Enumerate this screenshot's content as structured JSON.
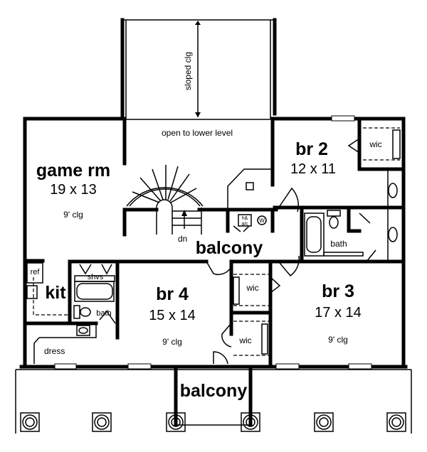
{
  "plan": {
    "sloped_ceiling": "sloped clg",
    "open_to_lower": "open to lower level",
    "rooms": {
      "game_rm": {
        "name": "game rm",
        "size": "19 x 13",
        "ceiling": "9' clg"
      },
      "br2": {
        "name": "br 2",
        "size": "12 x 11",
        "wic": "wic"
      },
      "br3": {
        "name": "br 3",
        "size": "17 x 14",
        "ceiling": "9' clg"
      },
      "br4": {
        "name": "br 4",
        "size": "15 x 14",
        "ceiling": "9' clg"
      },
      "kit": {
        "name": "kit",
        "ref": "ref"
      },
      "bath_left": "bath",
      "bath_right": "bath",
      "shelves": "shvs",
      "dress": "dress",
      "wic_upper": "wic",
      "wic_lower": "wic",
      "hvac": "h& a/c",
      "water_heater": "W",
      "stair": "dn",
      "balcony_mid": "balcony",
      "balcony_bottom": "balcony"
    }
  }
}
